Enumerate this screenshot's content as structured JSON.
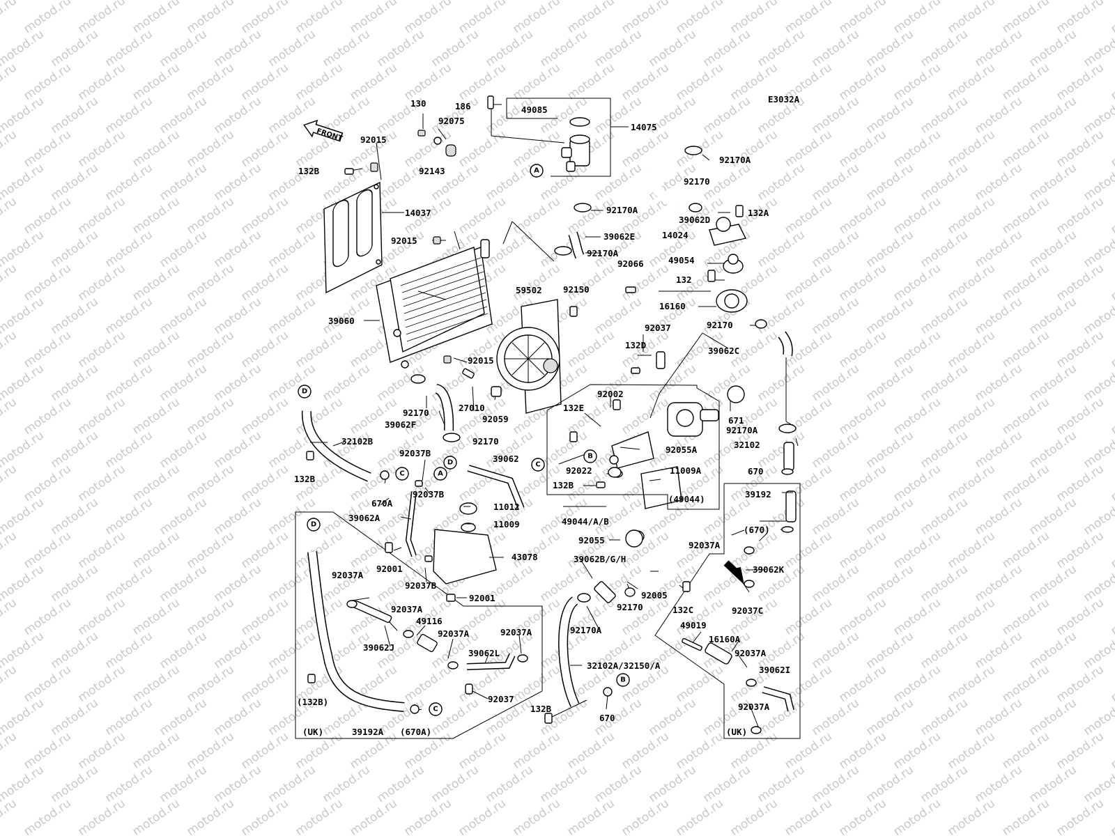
{
  "diagram_code": "E3032A",
  "front_label": "FRONT",
  "watermark": "motod.ru",
  "labels": {
    "l_130": "130",
    "l_186": "186",
    "l_49085": "49085",
    "l_14075": "14075",
    "l_92075": "92075",
    "l_92015_top": "92015",
    "l_132B_top": "132B",
    "l_92143": "92143",
    "l_92170A_1": "92170A",
    "l_92170_1": "92170",
    "l_132A": "132A",
    "l_14037": "14037",
    "l_92170A_2": "92170A",
    "l_39062D": "39062D",
    "l_14024": "14024",
    "l_39062E": "39062E",
    "l_92015_mid": "92015",
    "l_92170A_3": "92170A",
    "l_49054": "49054",
    "l_92066": "92066",
    "l_132": "132",
    "l_59502": "59502",
    "l_92150": "92150",
    "l_16160": "16160",
    "l_39060": "39060",
    "l_92170_2": "92170",
    "l_92037_1": "92037",
    "l_132D": "132D",
    "l_39062C": "39062C",
    "l_92015_bot": "92015",
    "l_92002": "92002",
    "l_132E": "132E",
    "l_92170_3": "92170",
    "l_27010": "27010",
    "l_39062F": "39062F",
    "l_92059": "92059",
    "l_671": "671",
    "l_92170A_4": "92170A",
    "l_32102B": "32102B",
    "l_92170_4": "92170",
    "l_92037B_1": "92037B",
    "l_39062_1": "39062",
    "l_92055A": "92055A",
    "l_32102": "32102",
    "l_92022": "92022",
    "l_11009A": "11009A",
    "l_670_1": "670",
    "l_132B_2": "132B",
    "l_670A": "670A",
    "l_92037B_2": "92037B",
    "l_132B_3": "132B",
    "l_39192": "39192",
    "l_49044": "(49044)",
    "l_11012": "11012",
    "l_39062A": "39062A",
    "l_11009": "11009",
    "l_49044AB": "49044/A/B",
    "l_670_paren": "(670)",
    "l_92055": "92055",
    "l_92037A_1": "92037A",
    "l_43078": "43078",
    "l_92001_1": "92001",
    "l_39062BGH": "39062B/G/H",
    "l_39062K": "39062K",
    "l_92037A_2": "92037A",
    "l_92037B_3": "92037B",
    "l_92005": "92005",
    "l_92001_2": "92001",
    "l_92170_5": "92170",
    "l_132C": "132C",
    "l_92037C": "92037C",
    "l_92037A_3": "92037A",
    "l_49116": "49116",
    "l_92170A_5": "92170A",
    "l_49019": "49019",
    "l_92037A_4": "92037A",
    "l_92037A_5": "92037A",
    "l_16160A": "16160A",
    "l_39062J": "39062J",
    "l_39062L": "39062L",
    "l_92037A_6": "92037A",
    "l_32102A": "32102A/32150/A",
    "l_39062I": "39062I",
    "l_92037_2": "92037",
    "l_132B_4": "(132B)",
    "l_670_2": "670",
    "l_132B_5": "132B",
    "l_92037A_7": "92037A",
    "l_uk_1": "(UK)",
    "l_39192A": "39192A",
    "l_670A_paren": "(670A)",
    "l_uk_2": "(UK)"
  },
  "callouts": {
    "c_a1": "A",
    "c_d1": "D",
    "c_c1": "C",
    "c_a2": "A",
    "c_d2": "D",
    "c_b1": "B",
    "c_c2": "C",
    "c_d3": "D",
    "c_c3": "C",
    "c_b2": "B"
  }
}
